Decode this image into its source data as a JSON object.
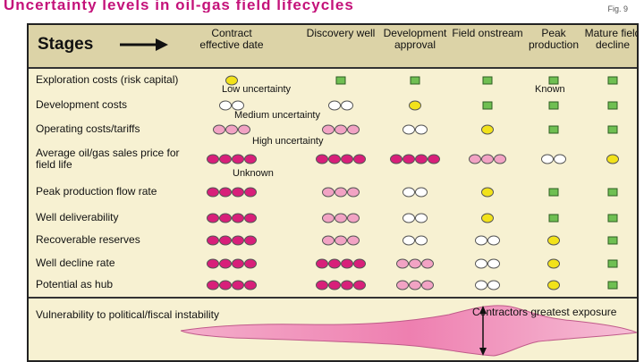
{
  "title": "Uncertainty levels in oil-gas field lifecycles",
  "fig_label": "Fig. 9",
  "stages_label": "Stages",
  "columns": [
    {
      "label": "Contract effective date"
    },
    {
      "label": "Discovery well"
    },
    {
      "label": "Development approval"
    },
    {
      "label": "Field onstream"
    },
    {
      "label": "Peak production"
    },
    {
      "label": "Mature field decline"
    }
  ],
  "rows": [
    {
      "label": "Exploration costs (risk capital)",
      "levels": [
        1,
        0,
        0,
        0,
        0,
        0
      ]
    },
    {
      "label": "Development costs",
      "levels": [
        2,
        2,
        1,
        0,
        0,
        0
      ]
    },
    {
      "label": "Operating costs/tariffs",
      "levels": [
        3,
        3,
        2,
        1,
        0,
        0
      ]
    },
    {
      "label": "Average oil/gas sales price for field life",
      "levels": [
        4,
        4,
        4,
        3,
        2,
        1
      ]
    },
    {
      "label": "Peak production flow rate",
      "levels": [
        4,
        3,
        2,
        1,
        0,
        0
      ]
    },
    {
      "label": "Well deliverability",
      "levels": [
        4,
        3,
        2,
        1,
        0,
        0
      ]
    },
    {
      "label": "Recoverable reserves",
      "levels": [
        4,
        3,
        2,
        2,
        1,
        0
      ]
    },
    {
      "label": "Well decline rate",
      "levels": [
        4,
        4,
        3,
        2,
        1,
        0
      ]
    },
    {
      "label": "Potential as hub",
      "levels": [
        4,
        4,
        3,
        2,
        1,
        0
      ]
    }
  ],
  "legend_notes": {
    "low": "Low uncertainty",
    "known": "Known",
    "medium": "Medium uncertainty",
    "high": "High uncertainty",
    "unknown": "Unknown"
  },
  "level_colors": {
    "known": "#6fbf52",
    "low": "#f2e21a",
    "medium": "#ffffff",
    "high": "#f2a3c4",
    "unknown": "#d81f7a"
  },
  "vulnerability_label": "Vulnerability to political/fiscal instability",
  "callout": "Contractors greatest exposure"
}
